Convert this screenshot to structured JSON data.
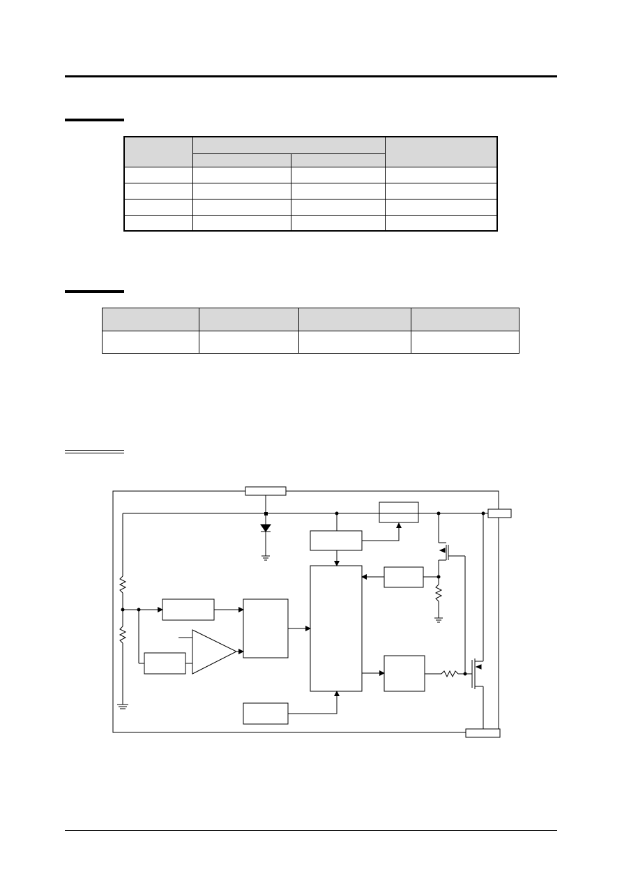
{
  "page": {
    "header_text": "",
    "footer_text": ""
  },
  "section1": {
    "heading": "",
    "table": {
      "rows": 4,
      "columns": 4
    }
  },
  "section2": {
    "heading": "",
    "table": {
      "rows": 1,
      "columns": 4
    }
  },
  "section3": {
    "heading": "",
    "diagram": {
      "blocks": 10,
      "pins": 3
    }
  },
  "colors": {
    "line": "#000000",
    "table_header_fill": "#d9d9d9"
  }
}
